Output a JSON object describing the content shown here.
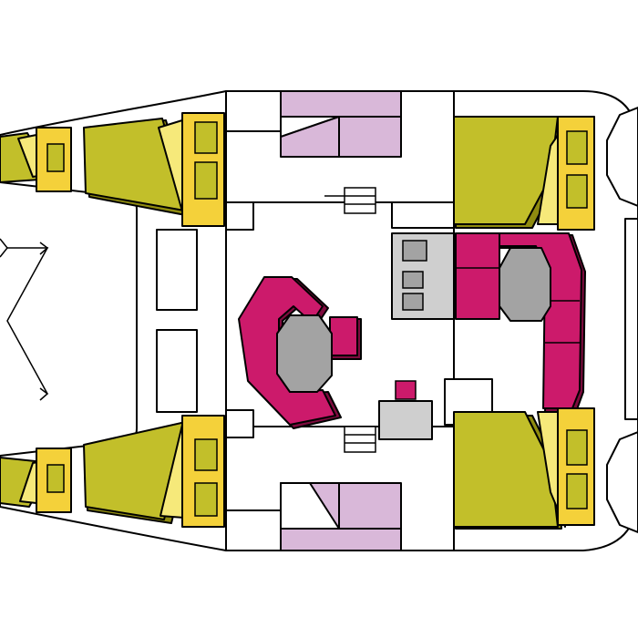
{
  "diagram": {
    "kind": "catamaran-deck-layout",
    "palette": {
      "hull": "#ffffff",
      "outline": "#000000",
      "berth": "#c2bf2a",
      "berth_shadow": "#8f8b10",
      "nightstand": "#f4d13a",
      "nightstand_light": "#f6e97a",
      "bathroom": "#d9b8d9",
      "seating": "#cc1a6b",
      "seating_shadow": "#7e0b3e",
      "table": "#a3a3a3",
      "galley": "#cfcfcf"
    },
    "areas": [
      "forward-trampoline",
      "port-forward-berth",
      "port-aft-berth",
      "starboard-forward-berth",
      "starboard-aft-berth",
      "port-head",
      "starboard-head",
      "galley",
      "saloon-settee",
      "cockpit-seating",
      "cockpit-table"
    ]
  }
}
